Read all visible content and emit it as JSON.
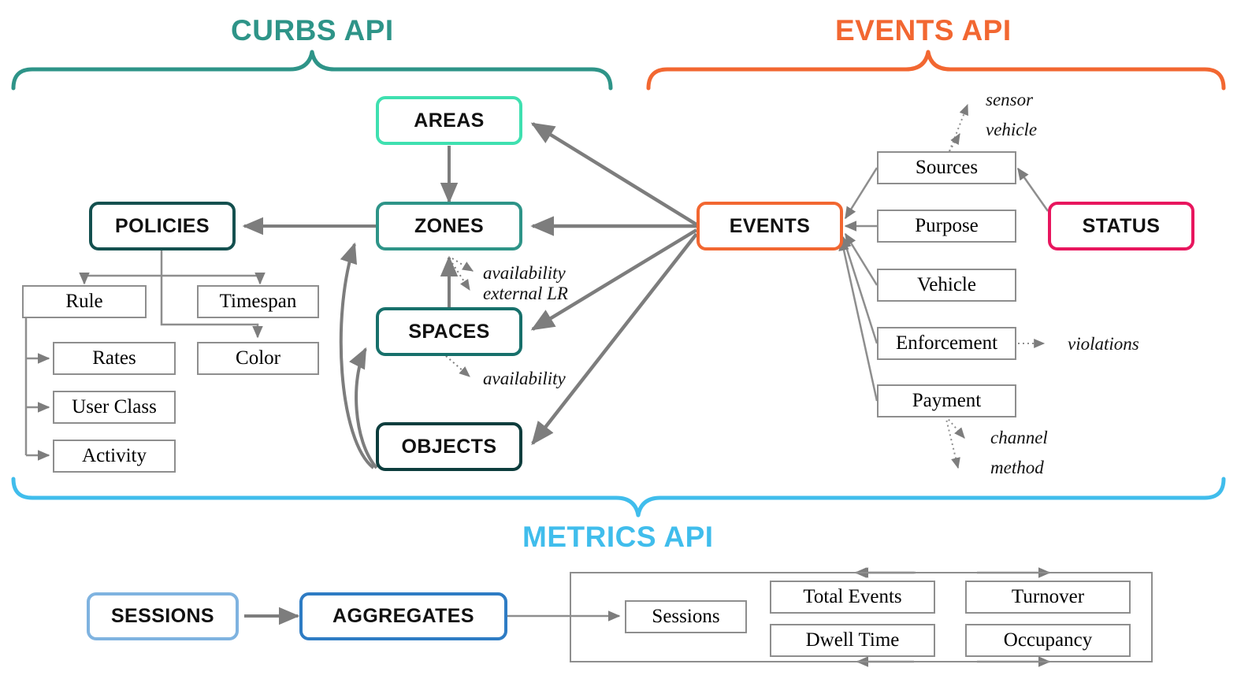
{
  "diagram": {
    "title": "Curb Data Specification API entity relationship diagram",
    "background": "#ffffff"
  },
  "colors": {
    "curbs_teal": "#2E9488",
    "areas_mint": "#3FE0B0",
    "zones_teal": "#2E9488",
    "spaces_teal": "#17706B",
    "objects_dark": "#0D3D3D",
    "policies_dark": "#14504F",
    "events_orange": "#F26731",
    "status_pink": "#E8165E",
    "metrics_blue": "#40BDEC",
    "sessions_blue": "#7FB3E0",
    "aggregates_blue": "#2E7CC4",
    "arrow_gray": "#7D7D7D",
    "attr_border": "#8E8E8E"
  },
  "apis": [
    {
      "id": "curbs",
      "label": "CURBS API",
      "color": "#2E9488"
    },
    {
      "id": "events",
      "label": "EVENTS API",
      "color": "#F26731"
    },
    {
      "id": "metrics",
      "label": "METRICS API",
      "color": "#40BDEC"
    }
  ],
  "curbs_api": {
    "entities": [
      {
        "id": "areas",
        "label": "AREAS",
        "color": "#3FE0B0"
      },
      {
        "id": "zones",
        "label": "ZONES",
        "color": "#2E9488"
      },
      {
        "id": "spaces",
        "label": "SPACES",
        "color": "#17706B"
      },
      {
        "id": "objects",
        "label": "OBJECTS",
        "color": "#0D3D3D"
      },
      {
        "id": "policies",
        "label": "POLICIES",
        "color": "#14504F"
      }
    ],
    "policy_attributes": [
      {
        "id": "rule",
        "label": "Rule"
      },
      {
        "id": "timespan",
        "label": "Timespan"
      },
      {
        "id": "rates",
        "label": "Rates"
      },
      {
        "id": "color",
        "label": "Color"
      },
      {
        "id": "user-class",
        "label": "User Class"
      },
      {
        "id": "activity",
        "label": "Activity"
      }
    ],
    "edge_labels": [
      {
        "id": "zones-availability",
        "label": "availability"
      },
      {
        "id": "zones-external-lr",
        "label": "external LR"
      },
      {
        "id": "spaces-availability",
        "label": "availability"
      }
    ]
  },
  "events_api": {
    "entities": [
      {
        "id": "events",
        "label": "EVENTS",
        "color": "#F26731"
      },
      {
        "id": "status",
        "label": "STATUS",
        "color": "#E8165E"
      }
    ],
    "attributes": [
      {
        "id": "sources",
        "label": "Sources"
      },
      {
        "id": "purpose",
        "label": "Purpose"
      },
      {
        "id": "vehicle",
        "label": "Vehicle"
      },
      {
        "id": "enforcement",
        "label": "Enforcement"
      },
      {
        "id": "payment",
        "label": "Payment"
      }
    ],
    "edge_labels": [
      {
        "id": "sensor",
        "label": "sensor"
      },
      {
        "id": "vehicle",
        "label": "vehicle"
      },
      {
        "id": "violations",
        "label": "violations"
      },
      {
        "id": "channel",
        "label": "channel"
      },
      {
        "id": "method",
        "label": "method"
      }
    ]
  },
  "metrics_api": {
    "entities": [
      {
        "id": "sessions",
        "label": "SESSIONS",
        "color": "#7FB3E0"
      },
      {
        "id": "aggregates",
        "label": "AGGREGATES",
        "color": "#2E7CC4"
      }
    ],
    "metrics": [
      {
        "id": "sessions-metric",
        "label": "Sessions"
      },
      {
        "id": "total-events",
        "label": "Total Events"
      },
      {
        "id": "turnover",
        "label": "Turnover"
      },
      {
        "id": "dwell-time",
        "label": "Dwell Time"
      },
      {
        "id": "occupancy",
        "label": "Occupancy"
      }
    ]
  }
}
